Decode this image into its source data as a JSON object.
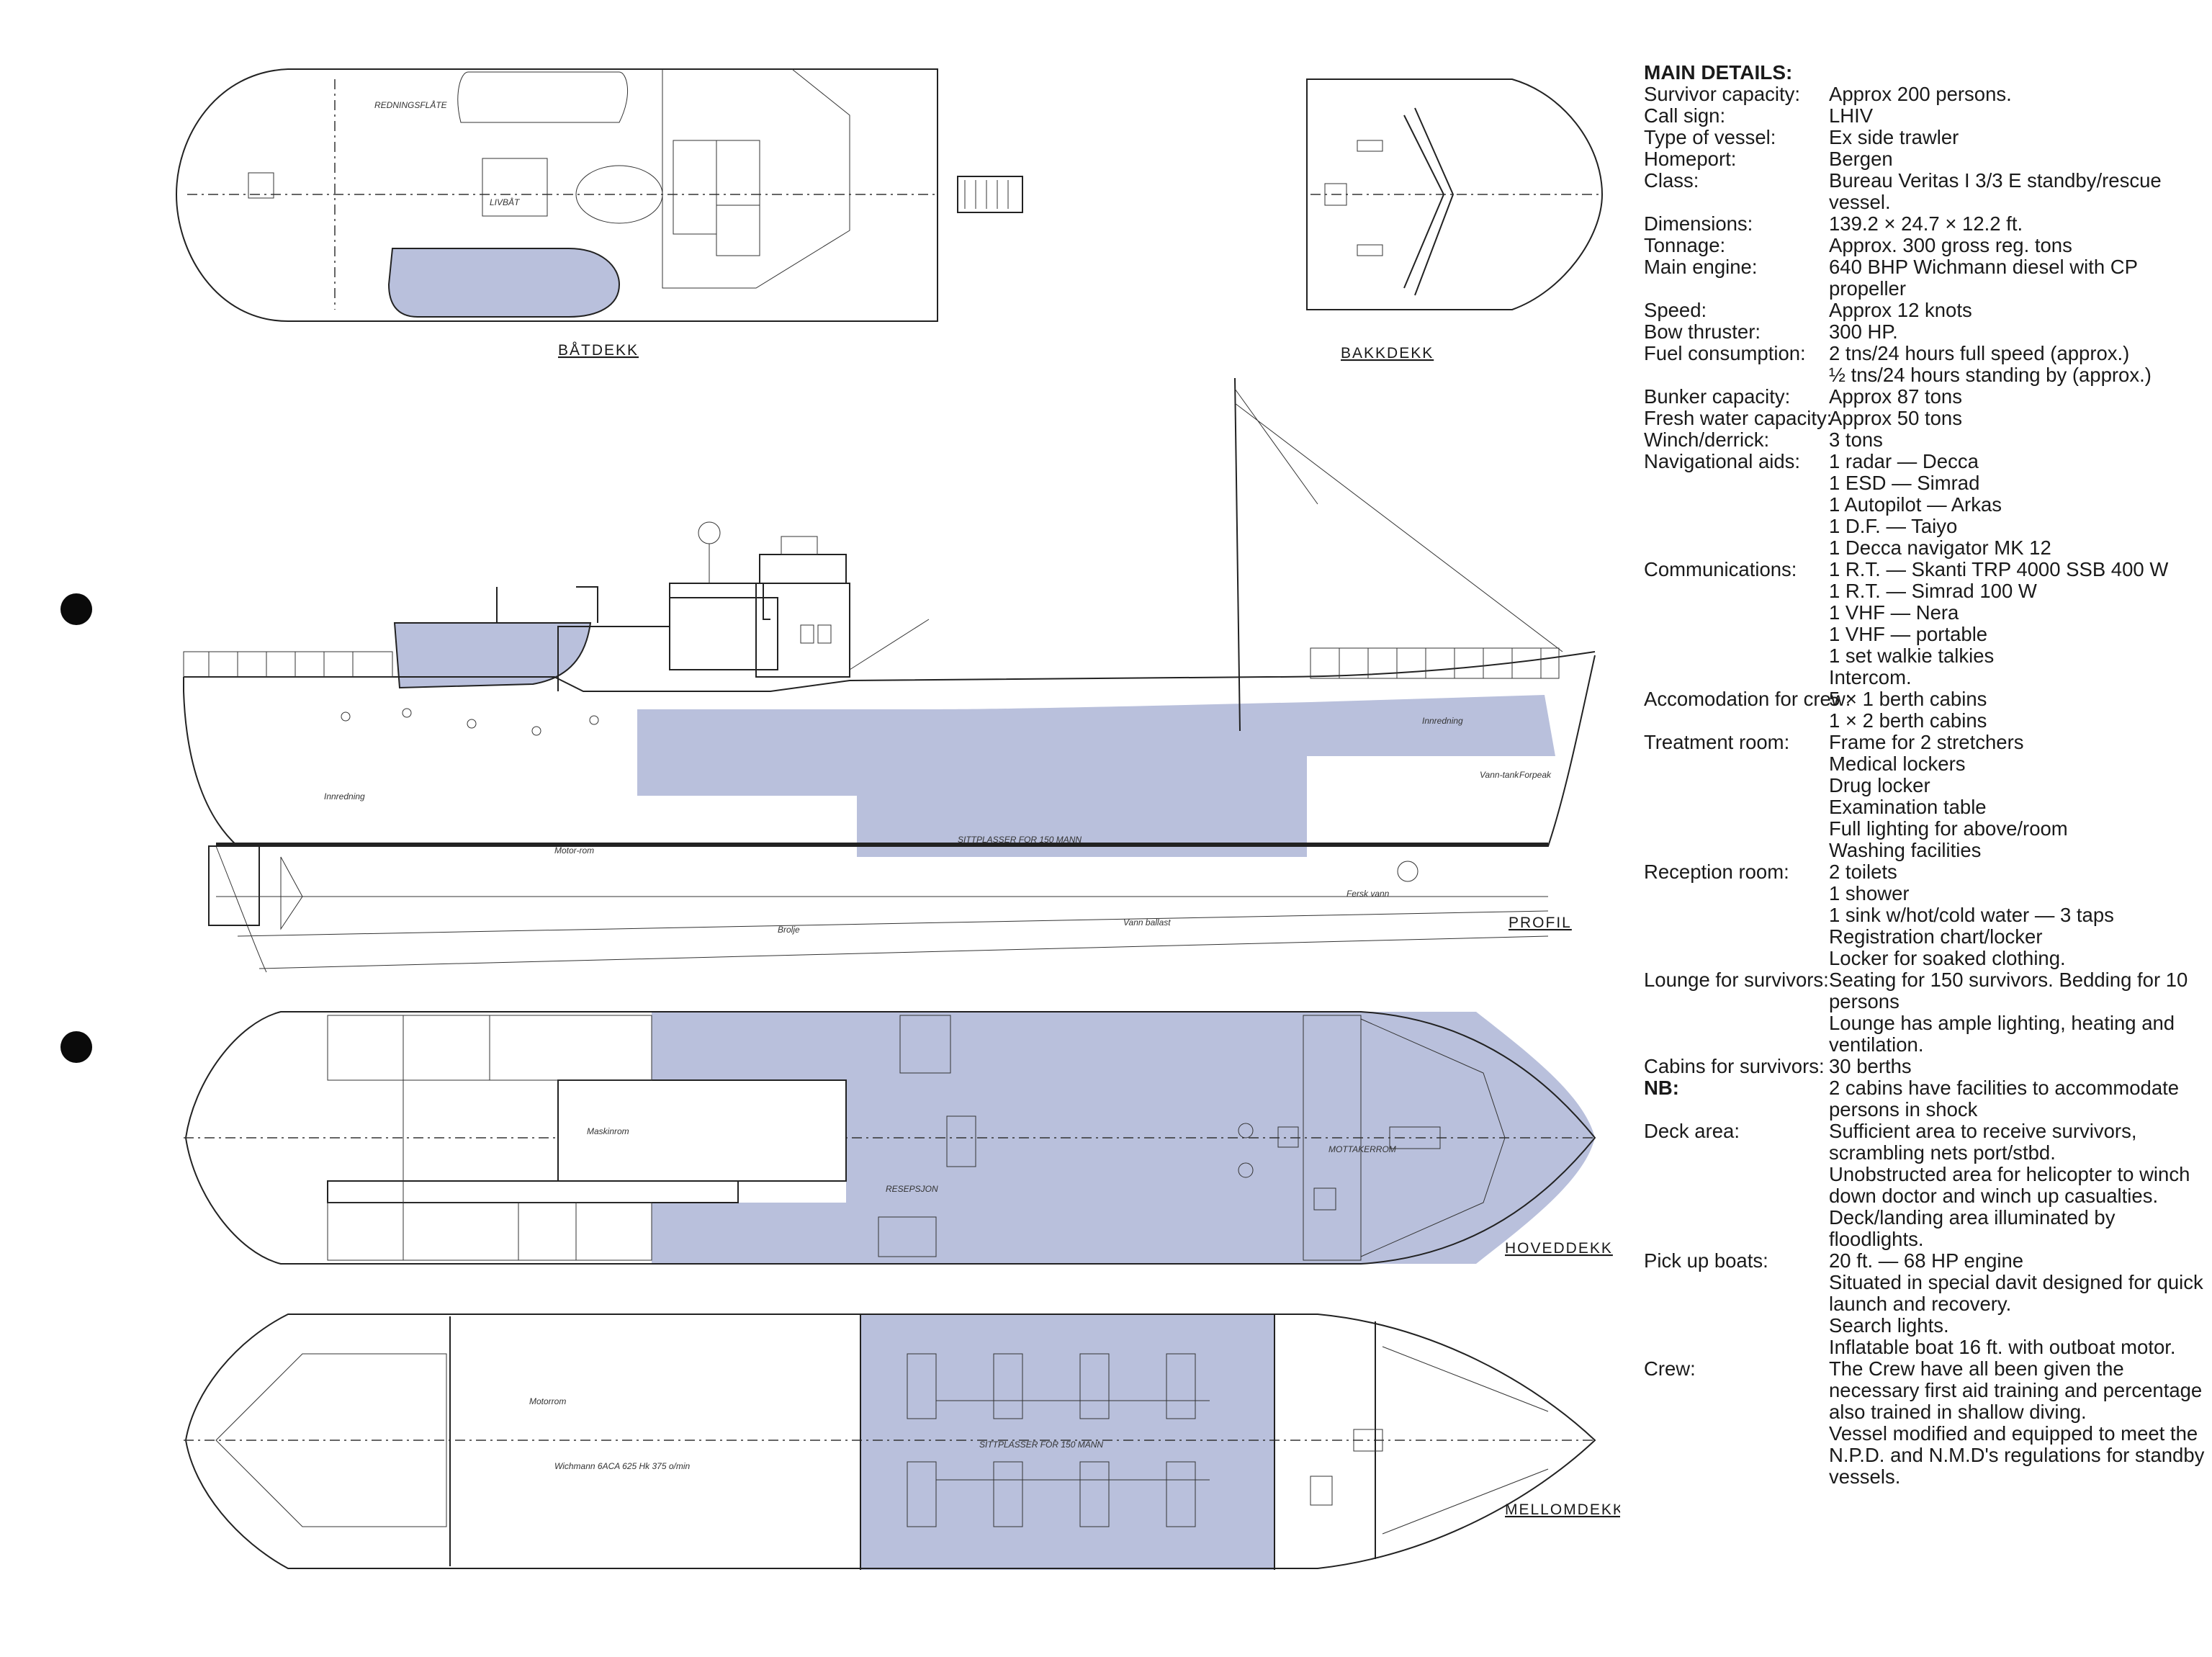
{
  "drawing_labels": {
    "boat_deck": "BÅTDEKK",
    "forecastle_deck": "BAKKDEKK",
    "profile": "PROFIL",
    "main_deck": "HOVEDDEKK",
    "middle_deck": "MELLOMDEKK",
    "innredning_aft": "Innredning",
    "innredning_fwd": "Innredning",
    "motorrom": "Motor-rom",
    "sittplasser_profile": "SITTPLASSER FOR 150 MANN",
    "vanntank": "Vann-tank",
    "forpeak": "Forpeak",
    "ferskvann": "Fersk vann",
    "brolje": "Brolje",
    "vannballast": "Vann ballast",
    "maskinrom": "Maskinrom",
    "resepsjon": "RESEPSJON",
    "motorrom_mid": "Motorrom",
    "engine_note": "Wichmann 6ACA 625 Hk 375 o/min",
    "sittplasser_mid": "SITTPLASSER FOR 150 MANN",
    "mottakerom": "MOTTAKERROM",
    "livbat": "LIVBÅT",
    "redningsflate": "REDNINGSFLÅTE"
  },
  "details": {
    "heading": "MAIN DETAILS:",
    "rows": [
      {
        "label": "Survivor capacity:",
        "lines": [
          "Approx 200 persons."
        ]
      },
      {
        "label": "Call sign:",
        "lines": [
          "LHIV"
        ]
      },
      {
        "label": "Type of vessel:",
        "lines": [
          "Ex side trawler"
        ]
      },
      {
        "label": "Homeport:",
        "lines": [
          "Bergen"
        ]
      },
      {
        "label": "Class:",
        "lines": [
          "Bureau Veritas I 3/3 E standby/rescue vessel."
        ]
      },
      {
        "label": "Dimensions:",
        "lines": [
          "139.2 × 24.7 × 12.2 ft."
        ]
      },
      {
        "label": "Tonnage:",
        "lines": [
          "Approx. 300 gross reg. tons"
        ]
      },
      {
        "label": "Main engine:",
        "lines": [
          "640 BHP Wichmann diesel with CP propeller"
        ]
      },
      {
        "label": "Speed:",
        "lines": [
          "Approx 12 knots"
        ]
      },
      {
        "label": "Bow thruster:",
        "lines": [
          "300 HP."
        ]
      },
      {
        "label": "Fuel consumption:",
        "lines": [
          "2 tns/24 hours full speed (approx.)",
          "½ tns/24 hours standing by (approx.)"
        ]
      },
      {
        "label": "Bunker capacity:",
        "lines": [
          "Approx 87 tons"
        ]
      },
      {
        "label": "Fresh water capacity:",
        "lines": [
          "Approx 50 tons"
        ]
      },
      {
        "label": "Winch/derrick:",
        "lines": [
          "3 tons"
        ]
      },
      {
        "label": "Navigational aids:",
        "lines": [
          "1 radar — Decca",
          "1 ESD — Simrad",
          "1 Autopilot — Arkas",
          "1 D.F. — Taiyo",
          "1 Decca navigator MK 12"
        ]
      },
      {
        "label": "Communications:",
        "lines": [
          "1 R.T. — Skanti TRP 4000 SSB 400 W",
          "1 R.T. — Simrad 100 W",
          "1 VHF — Nera",
          "1 VHF — portable",
          "1 set walkie talkies",
          "Intercom."
        ]
      },
      {
        "label": "Accomodation for crew:",
        "lines": [
          "5 × 1 berth cabins",
          "1 × 2 berth cabins"
        ]
      },
      {
        "label": "Treatment room:",
        "lines": [
          "Frame for 2 stretchers",
          "Medical lockers",
          "Drug locker",
          "Examination table",
          "Full lighting for above/room",
          "Washing facilities"
        ]
      },
      {
        "label": "Reception room:",
        "lines": [
          "2 toilets",
          "1 shower",
          "1 sink w/hot/cold water — 3 taps",
          "Registration chart/locker",
          "Locker for soaked clothing."
        ]
      },
      {
        "label": "Lounge for survivors:",
        "lines": [
          "Seating for 150 survivors. Bedding for 10 persons",
          "Lounge has ample lighting, heating and ventilation."
        ]
      },
      {
        "label": "Cabins for survivors:",
        "lines": [
          "30 berths"
        ]
      },
      {
        "label": "NB:",
        "bold": true,
        "lines": [
          "2 cabins have facilities to accommodate persons in shock"
        ]
      },
      {
        "label": "Deck area:",
        "lines": [
          "Sufficient area to receive survivors, scrambling nets port/stbd.",
          "Unobstructed area for helicopter to winch down doctor and winch up casualties. Deck/landing area illuminated by floodlights."
        ]
      },
      {
        "label": "Pick up boats:",
        "lines": [
          "20 ft. — 68 HP engine",
          "Situated in special davit designed for quick launch and recovery.",
          "Search lights.",
          "Inflatable boat 16 ft. with outboat motor."
        ]
      },
      {
        "label": "Crew:",
        "lines": [
          "The Crew have all been given the necessary first aid training and percentage also trained in shallow diving.",
          "Vessel modified and equipped to meet the N.P.D. and N.M.D's regulations for standby vessels."
        ]
      }
    ]
  }
}
